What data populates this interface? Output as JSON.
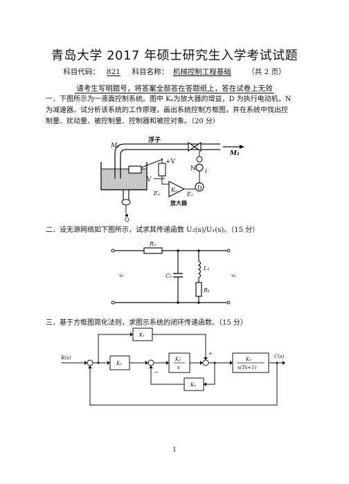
{
  "header": {
    "title": "青岛大学 2017 年硕士研究生入学考试试题",
    "code_label": "科目代码：",
    "code_value": "821",
    "name_label": "科目名称：",
    "name_value": "机械控制工程基础",
    "pages": "（共 2 页）",
    "notice": "请考生写明题号，将答案全部答在答题纸上，答在试卷上无效"
  },
  "q1": {
    "line1": "一．下图所示为一液面控制系统。图中 Kₐ为放大器的增益，D 为执行电动机，N",
    "line2": "为减速器。试分析该系统的工作原理，画出系统控制方框图，并在系统中找出控",
    "line3": "制量、扰动量、被控制量、控制器和被控对象。（20 分）",
    "figure": {
      "m2": "M₂",
      "m1": "M₁",
      "float": "浮子",
      "plusv": "+V",
      "v": "V",
      "n": "N",
      "i": "i",
      "ka": "Kₐ",
      "d": "D",
      "eo": "Eₒ",
      "ea": "Eₐ",
      "amp": "放大器",
      "q": "Q"
    }
  },
  "q2": {
    "text": "二．设无源网络如下图所示，试求其传递函数 U₂(s)/U₁(s)。（15 分）",
    "figure": {
      "r2": "R₂",
      "c1": "C₁",
      "l1": "L₁",
      "r1": "R₁",
      "u1": "u₁",
      "u2": "u₂"
    }
  },
  "q3": {
    "text": "三．基于方框图简化法则，求图示系统的闭环传递函数。（15 分）",
    "figure": {
      "rs": "R(s)",
      "cs": "C(s)",
      "k1": "K₁",
      "k2": "K₂",
      "k3_num": "K₃",
      "k3_den": "s",
      "k5_num": "K₅",
      "k5_den": "s(Ts+1)",
      "k4": "K₄",
      "plus": "+",
      "minus": "−"
    }
  },
  "page_number": "1"
}
